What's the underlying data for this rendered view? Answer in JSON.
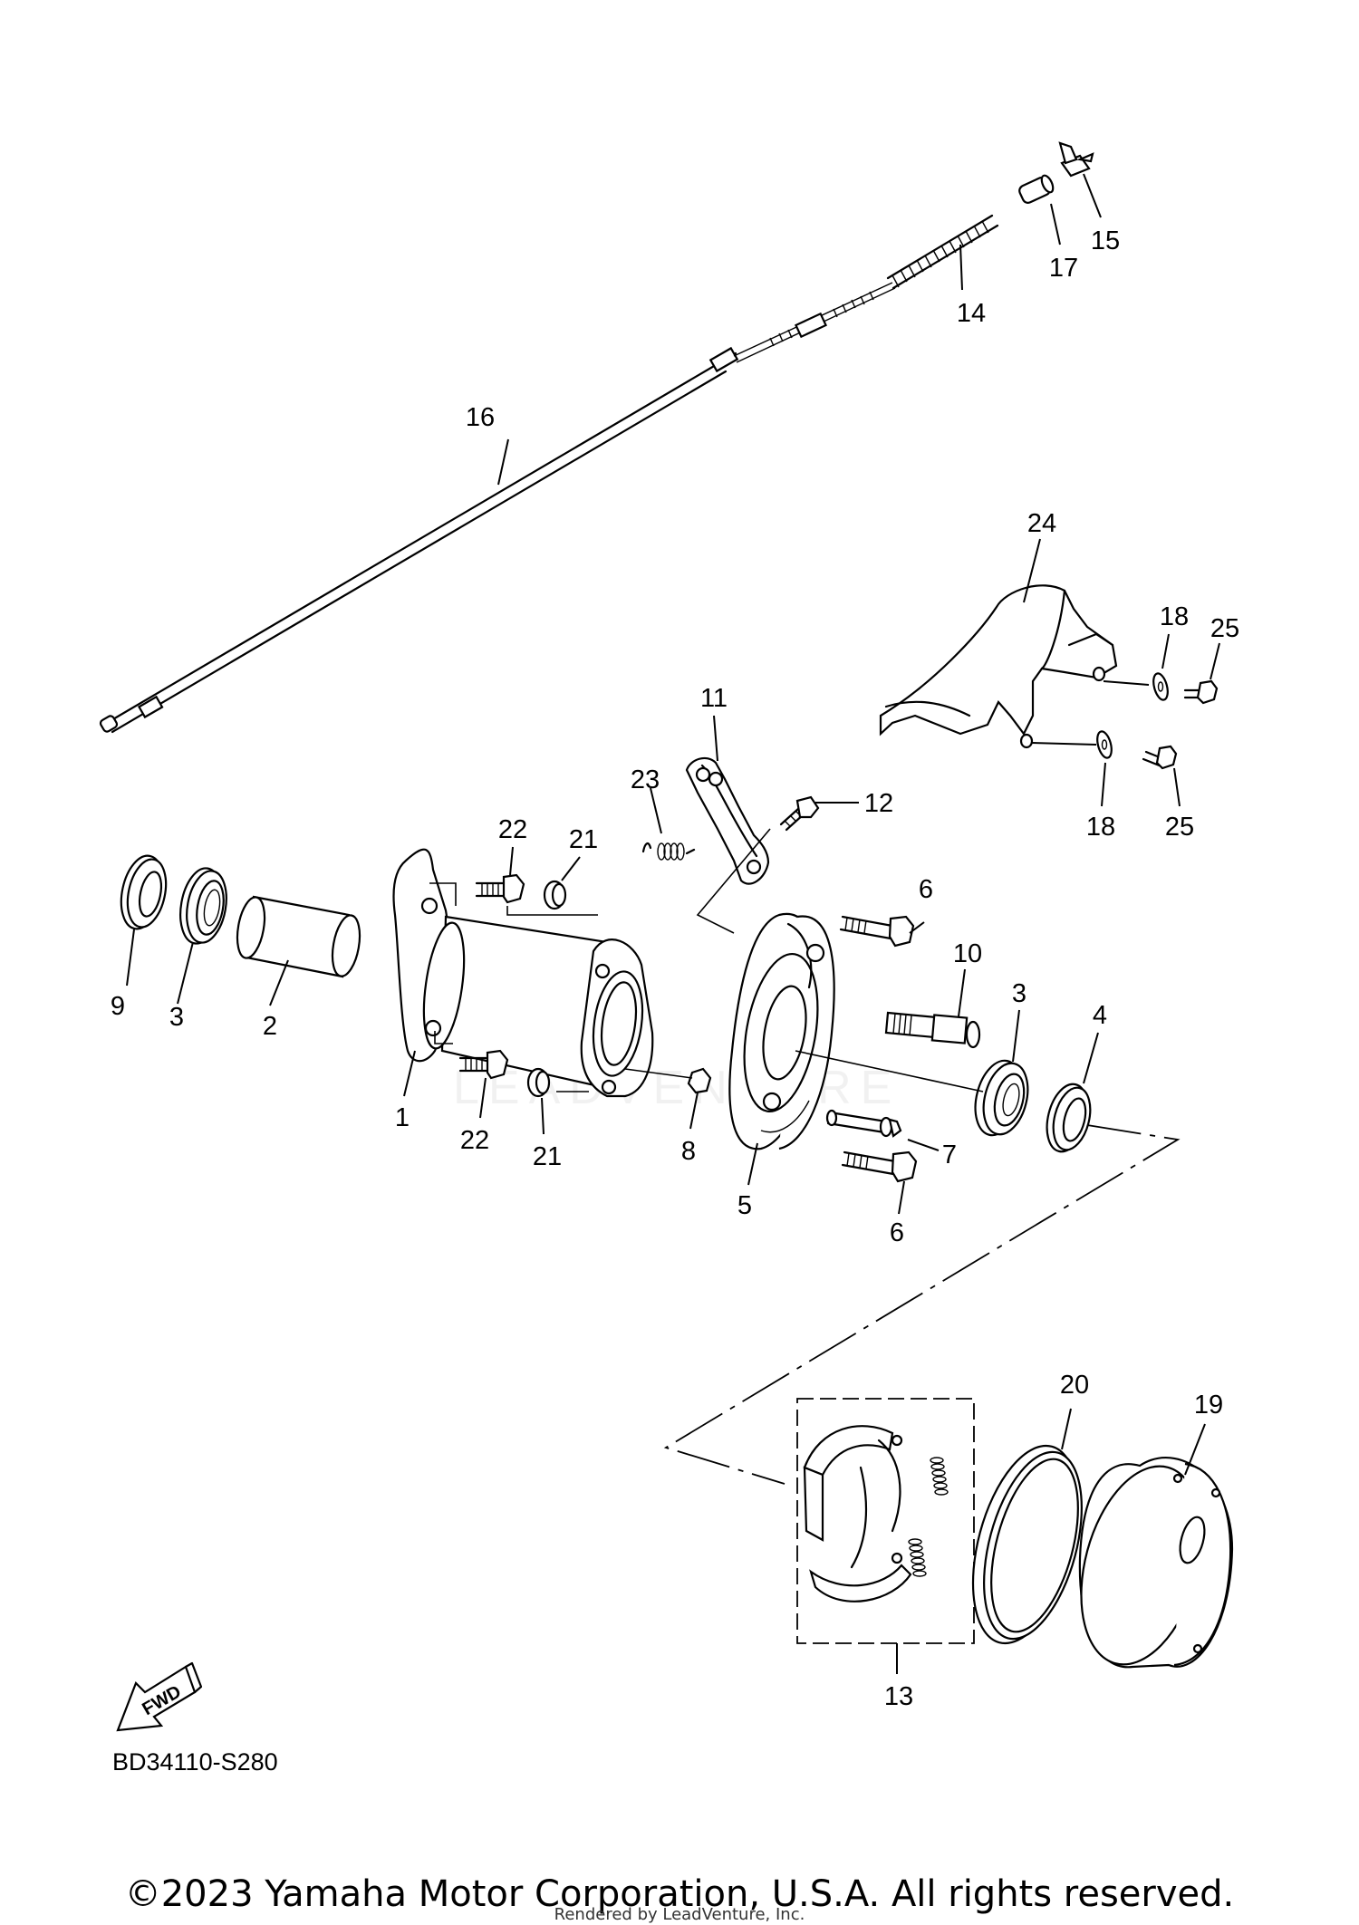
{
  "diagram": {
    "diagram_code": "BD34110-S280",
    "fwd_label": "FWD",
    "copyright": "©2023 Yamaha Motor Corporation, U.S.A. All rights reserved.",
    "rendered_by": "Rendered by LeadVenture, Inc.",
    "watermark": "LEADVENTURE",
    "callouts": {
      "c1": "1",
      "c2": "2",
      "c3a": "3",
      "c3b": "3",
      "c4": "4",
      "c5": "5",
      "c6a": "6",
      "c6b": "6",
      "c7": "7",
      "c8": "8",
      "c9": "9",
      "c10": "10",
      "c11": "11",
      "c12": "12",
      "c13": "13",
      "c14": "14",
      "c15": "15",
      "c16": "16",
      "c17": "17",
      "c18a": "18",
      "c18b": "18",
      "c19": "19",
      "c20": "20",
      "c21a": "21",
      "c21b": "21",
      "c22a": "22",
      "c22b": "22",
      "c23": "23",
      "c24": "24",
      "c25a": "25",
      "c25b": "25"
    }
  }
}
